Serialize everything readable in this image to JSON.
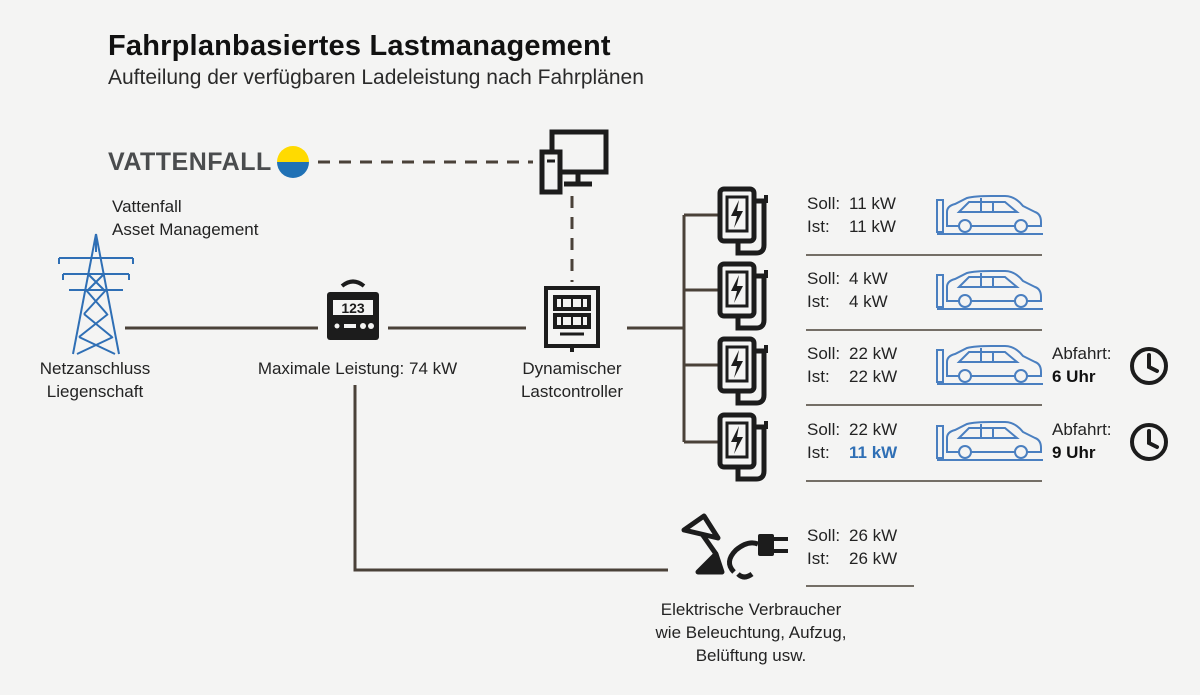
{
  "header": {
    "title": "Fahrplanbasiertes Lastmanagement",
    "subtitle": "Aufteilung der verfügbaren Ladeleistung nach Fahrplänen"
  },
  "brand": {
    "logo_text": "VATTENFALL",
    "caption_line1": "Vattenfall",
    "caption_line2": "Asset Management",
    "logo_colors": {
      "top": "#ffda00",
      "bottom": "#2071b5"
    }
  },
  "grid": {
    "label_line1": "Netzanschluss",
    "label_line2": "Liegenschaft",
    "icon": "power-tower-icon"
  },
  "meter": {
    "label": "Maximale Leistung: 74 kW",
    "display": "123",
    "icon": "smart-meter-icon"
  },
  "controller": {
    "label_line1": "Dynamischer",
    "label_line2": "Lastcontroller",
    "icon": "load-controller-icon"
  },
  "monitor": {
    "icon": "computer-monitor-icon"
  },
  "chargers": [
    {
      "soll_label": "Soll:",
      "soll_value": "11 kW",
      "ist_label": "Ist:",
      "ist_value": "11 kW",
      "ist_highlight": false,
      "departure": null
    },
    {
      "soll_label": "Soll:",
      "soll_value": "4 kW",
      "ist_label": "Ist:",
      "ist_value": "4 kW",
      "ist_highlight": false,
      "departure": null
    },
    {
      "soll_label": "Soll:",
      "soll_value": "22 kW",
      "ist_label": "Ist:",
      "ist_value": "22 kW",
      "ist_highlight": false,
      "departure": {
        "label": "Abfahrt:",
        "time": "6 Uhr"
      }
    },
    {
      "soll_label": "Soll:",
      "soll_value": "22 kW",
      "ist_label": "Ist:",
      "ist_value": "11 kW",
      "ist_highlight": true,
      "departure": {
        "label": "Abfahrt:",
        "time": "9 Uhr"
      }
    }
  ],
  "consumers": {
    "soll_label": "Soll:",
    "soll_value": "26 kW",
    "ist_label": "Ist:",
    "ist_value": "26 kW",
    "label_line1": "Elektrische Verbraucher",
    "label_line2": "wie Beleuchtung, Aufzug,",
    "label_line3": "Belüftung usw.",
    "icon": "lamp-and-plug-icon"
  },
  "colors": {
    "line": "#4a4138",
    "icon": "#1c1c1c",
    "car": "#4a7fc0",
    "highlight": "#2f6fb5",
    "background": "#f4f4f3"
  }
}
